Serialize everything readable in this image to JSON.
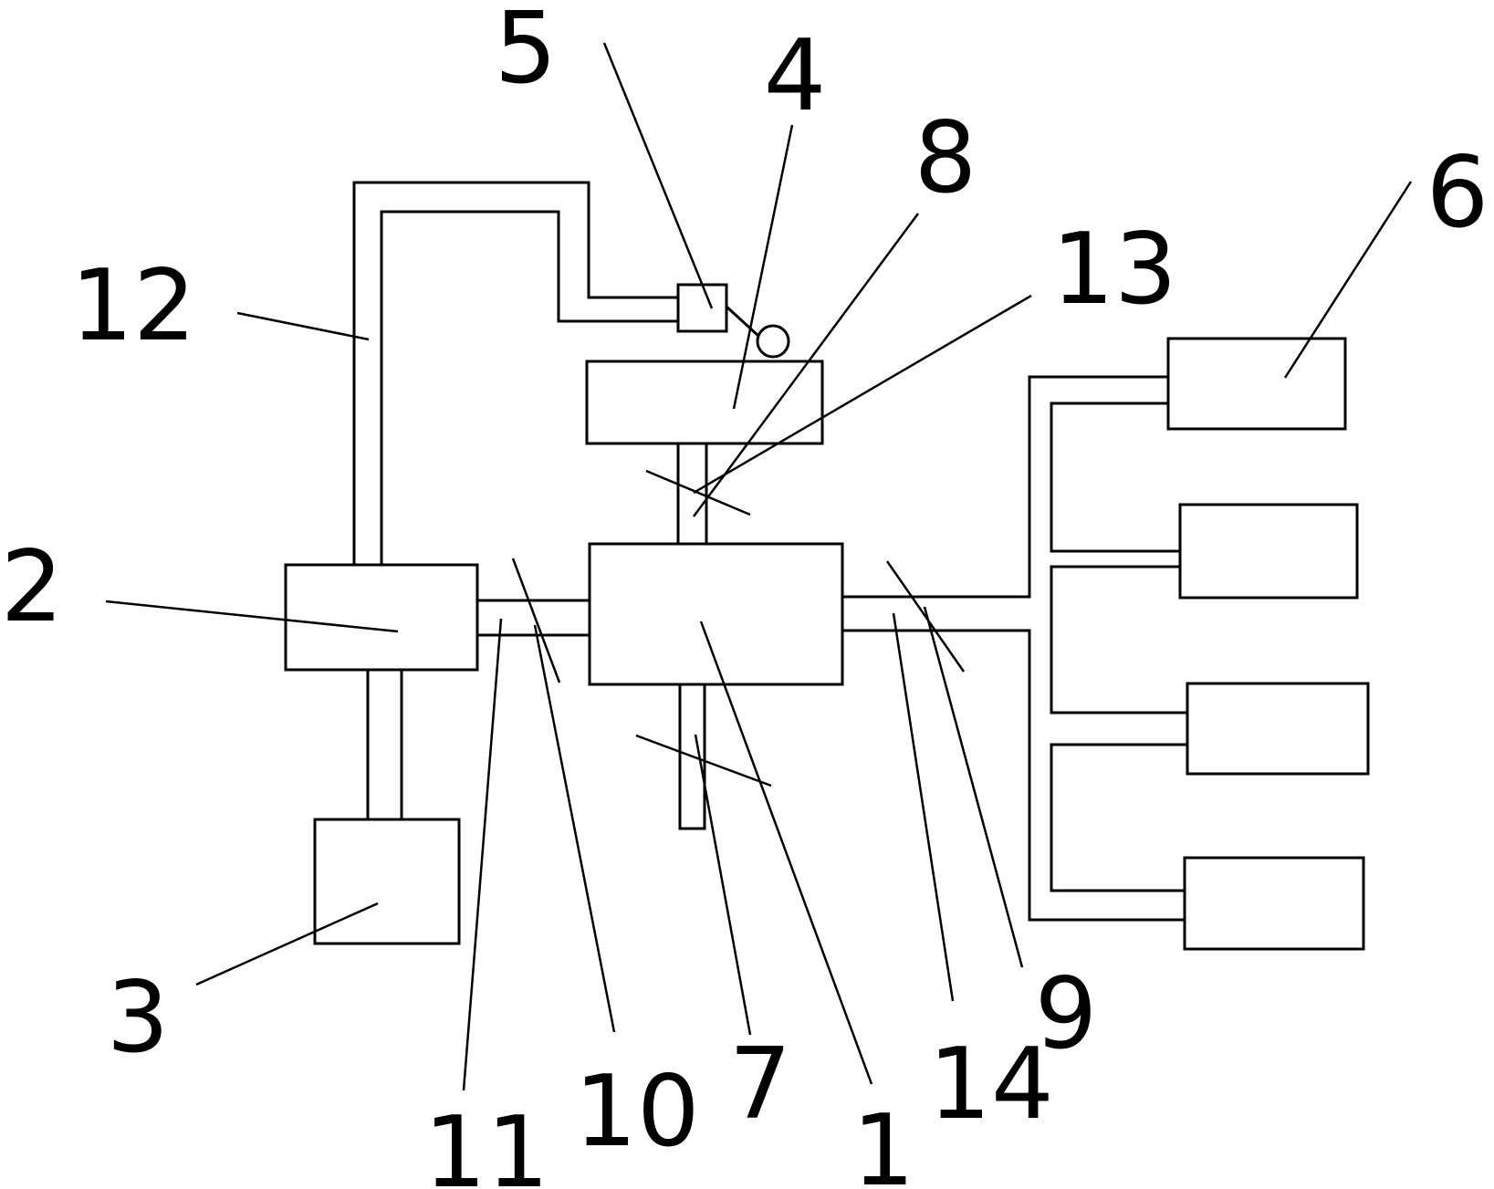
{
  "labels": {
    "n1": "1",
    "n2": "2",
    "n3": "3",
    "n4": "4",
    "n5": "5",
    "n6": "6",
    "n7": "7",
    "n8": "8",
    "n9": "9",
    "n10": "10",
    "n11": "11",
    "n12": "12",
    "n13": "13",
    "n14": "14"
  },
  "colors": {
    "line": "#000000",
    "background": "#ffffff"
  }
}
